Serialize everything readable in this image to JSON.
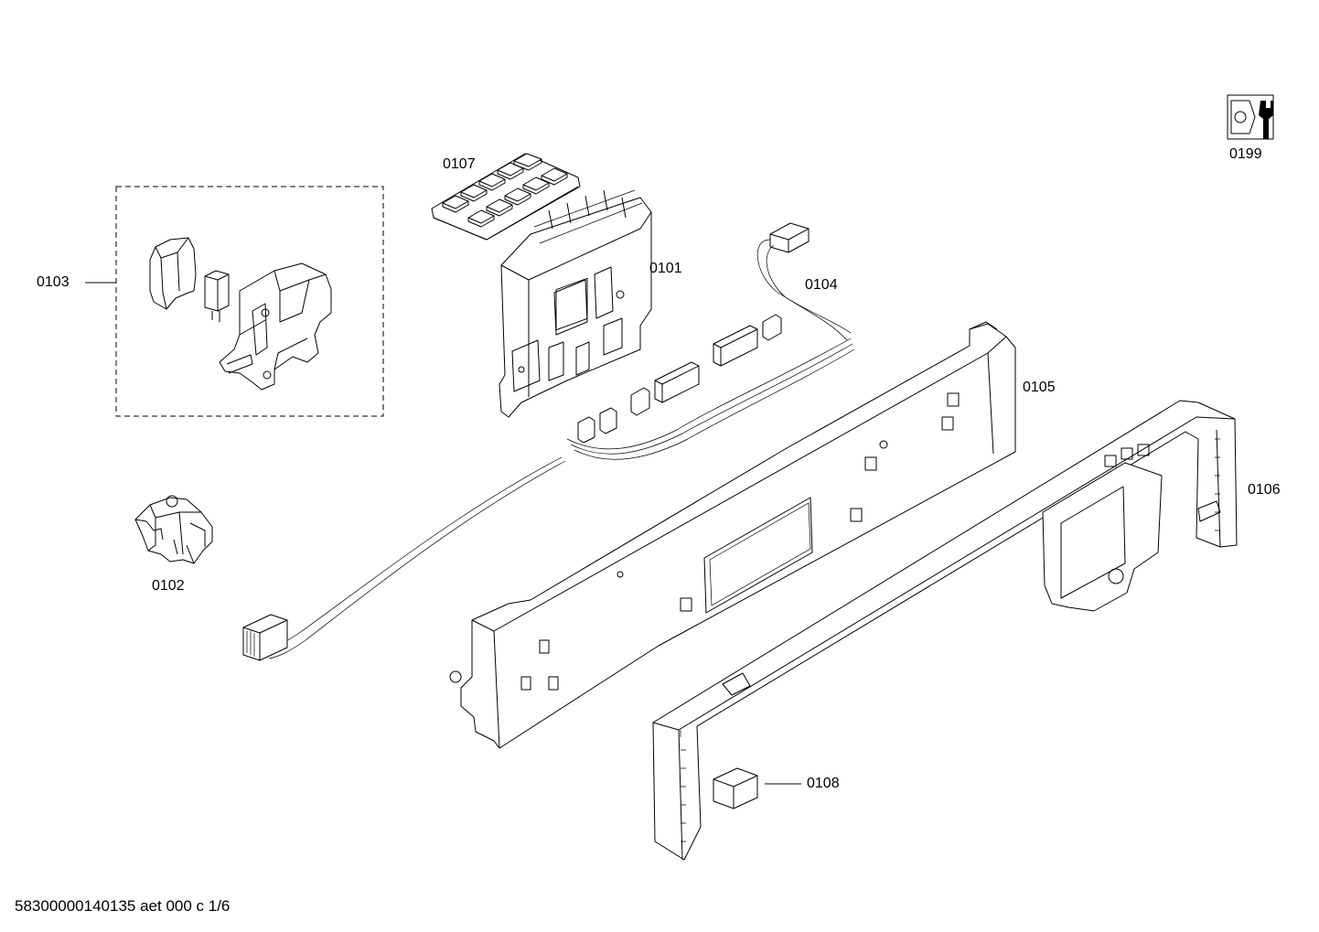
{
  "parts": [
    {
      "id": "p0199",
      "label": "0199",
      "icon": "service-wrench-icon"
    },
    {
      "id": "p0107",
      "label": "0107"
    },
    {
      "id": "p0103",
      "label": "0103"
    },
    {
      "id": "p0101",
      "label": "0101"
    },
    {
      "id": "p0104",
      "label": "0104"
    },
    {
      "id": "p0105",
      "label": "0105"
    },
    {
      "id": "p0106",
      "label": "0106"
    },
    {
      "id": "p0102",
      "label": "0102"
    },
    {
      "id": "p0108",
      "label": "0108"
    }
  ],
  "footer": "58300000140135 aet 000 c 1/6"
}
